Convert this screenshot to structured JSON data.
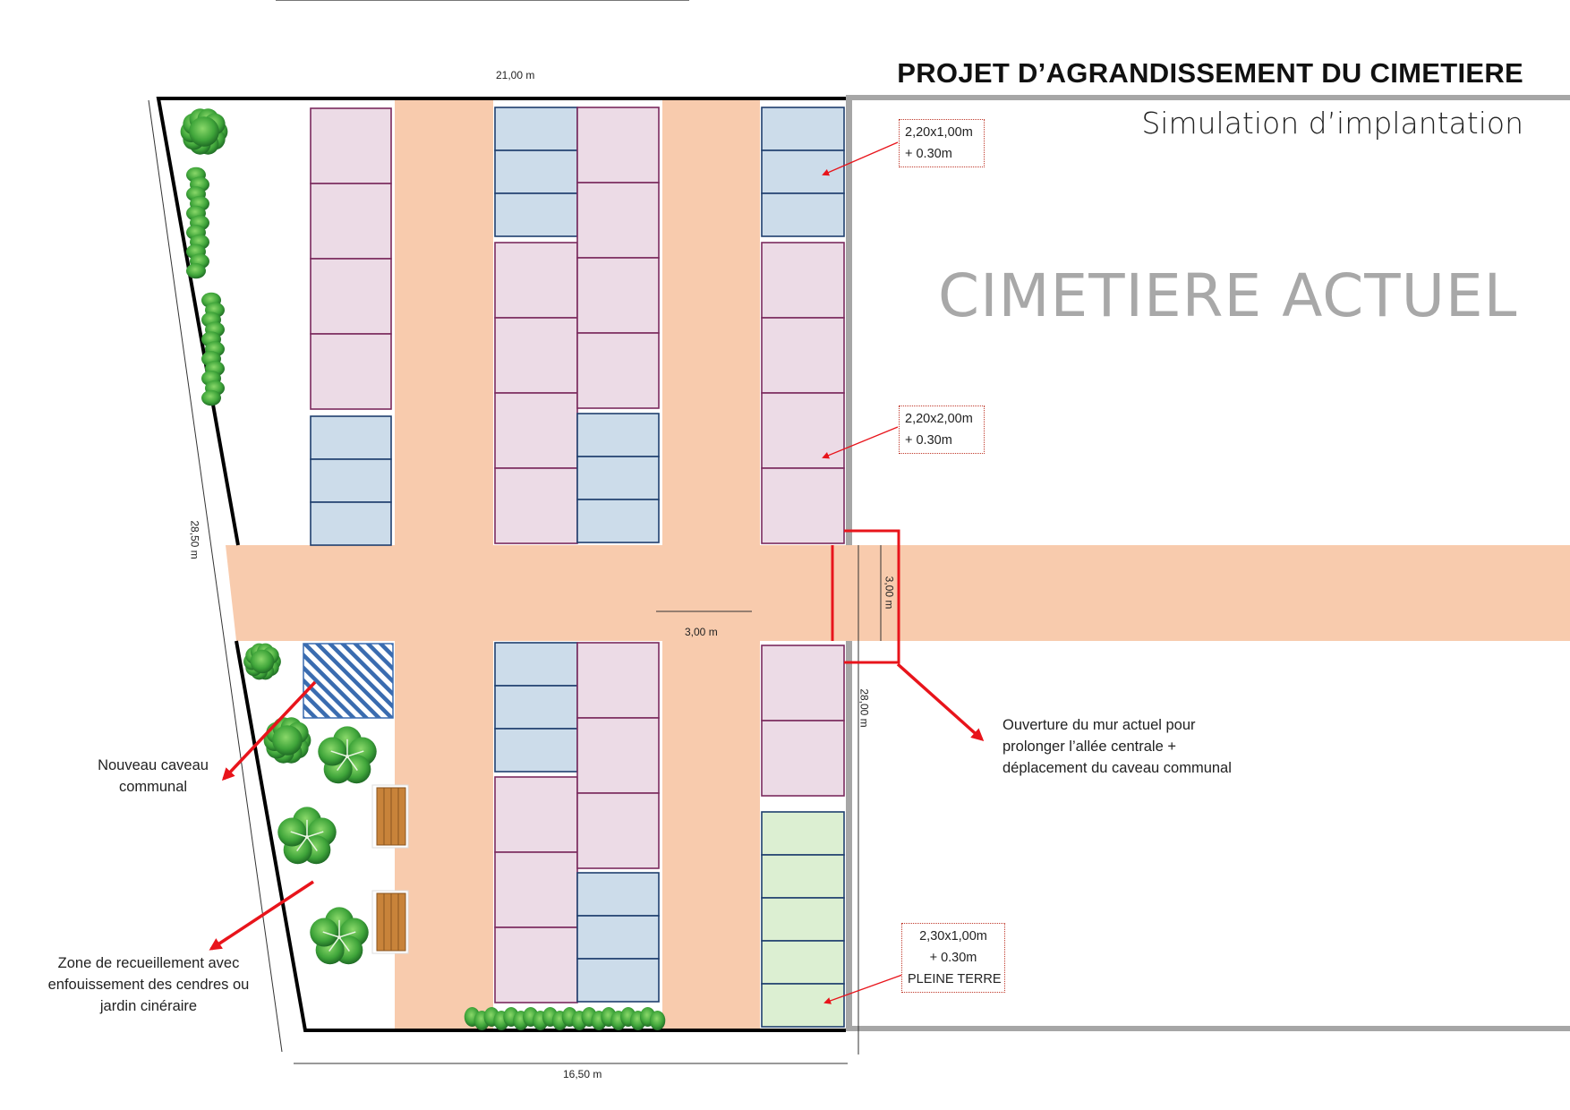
{
  "title": "PROJET D’AGRANDISSEMENT DU CIMETIERE",
  "subtitle": "Simulation  d’implantation",
  "existing_label": "CIMETIERE ACTUEL",
  "dimensions": {
    "top": "21,00 m",
    "left": "28,50 m",
    "bottom": "16,50 m",
    "right": "28,00 m",
    "aisle_width": "3,00 m",
    "opening_width": "3,00 m"
  },
  "callouts": {
    "small_plot": [
      "2,20x1,00m",
      "+ 0.30m"
    ],
    "large_plot": [
      "2,20x2,00m",
      "+ 0.30m"
    ],
    "ground_plot": [
      "2,30x1,00m",
      "+ 0.30m",
      "PLEINE TERRE"
    ]
  },
  "notes": {
    "opening": [
      "Ouverture du mur actuel pour",
      "prolonger l’allée centrale +",
      "déplacement du caveau communal"
    ],
    "communal_vault": [
      "Nouveau caveau",
      "communal"
    ],
    "memorial_zone": [
      "Zone de recueillement avec",
      "enfouissement des cendres ou",
      "jardin cinéraire"
    ]
  },
  "colors": {
    "aisle": "#f8cbad",
    "large_plot_fill": "#ecdbe6",
    "large_plot_border": "#7b2a5e",
    "small_plot_fill": "#ccdcea",
    "small_plot_border": "#1f3f6e",
    "ground_plot_fill": "#dcefd2",
    "ground_plot_border": "#1f3f6e",
    "wall": "#a6a6a6",
    "arrow": "#e8141b",
    "hatch": "#3a6cb0",
    "bench": "#c8833a",
    "shrub": "#5cb85c"
  },
  "icons": [
    "shrub-icon",
    "hedge-icon",
    "flower-bush-icon",
    "bench-icon",
    "arrow-icon"
  ]
}
